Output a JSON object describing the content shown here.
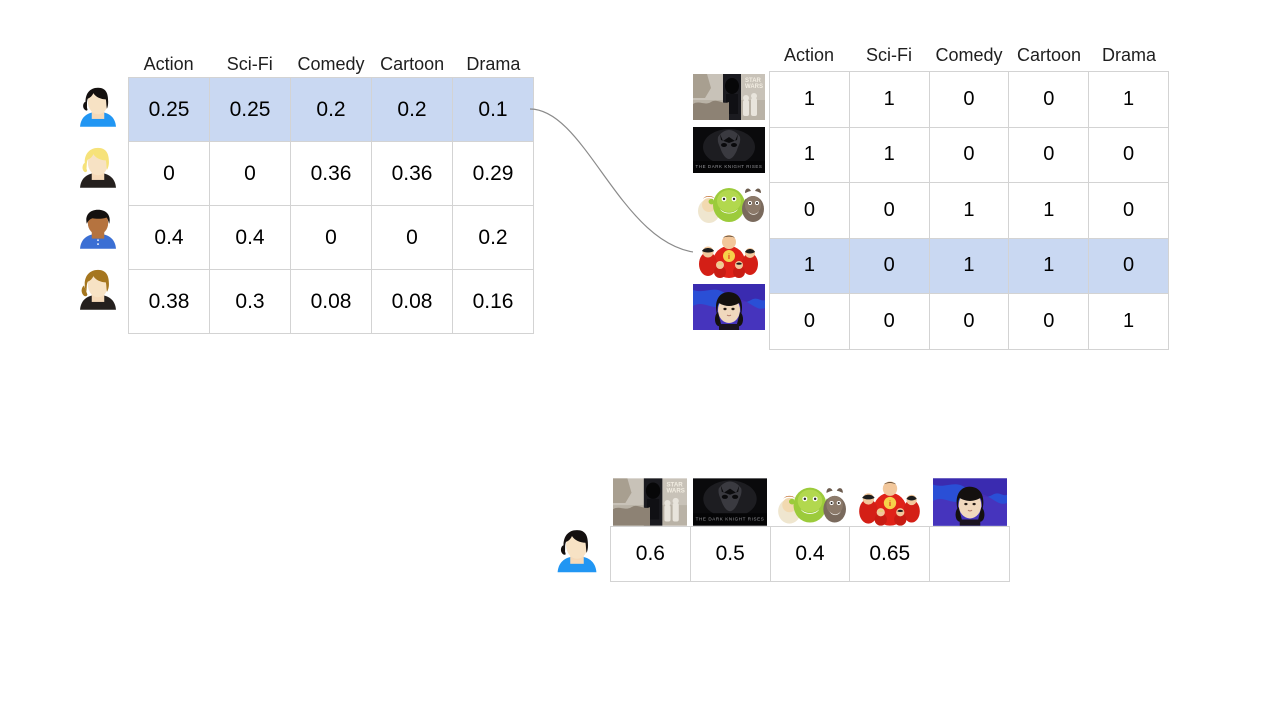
{
  "genres": [
    "Action",
    "Sci-Fi",
    "Comedy",
    "Cartoon",
    "Drama"
  ],
  "users": [
    {
      "id": "user-1",
      "avatar": "woman-black-hair-blue-top",
      "highlighted": true
    },
    {
      "id": "user-2",
      "avatar": "woman-blonde-hair-black-top",
      "highlighted": false
    },
    {
      "id": "user-3",
      "avatar": "man-dark-skin-blue-shirt",
      "highlighted": false
    },
    {
      "id": "user-4",
      "avatar": "woman-brown-hair-black-top",
      "highlighted": false
    }
  ],
  "user_genre_table": {
    "name": "user-genre-affinity-matrix",
    "columns": [
      "Action",
      "Sci-Fi",
      "Comedy",
      "Cartoon",
      "Drama"
    ],
    "rows": [
      {
        "values": [
          "0.25",
          "0.25",
          "0.2",
          "0.2",
          "0.1"
        ],
        "highlighted": true
      },
      {
        "values": [
          "0",
          "0",
          "0.36",
          "0.36",
          "0.29"
        ],
        "highlighted": false
      },
      {
        "values": [
          "0.4",
          "0.4",
          "0",
          "0",
          "0.2"
        ],
        "highlighted": false
      },
      {
        "values": [
          "0.38",
          "0.3",
          "0.08",
          "0.08",
          "0.16"
        ],
        "highlighted": false
      }
    ]
  },
  "movies": [
    {
      "id": "movie-1",
      "poster": "star-wars-poster",
      "title_text": "STAR WARS"
    },
    {
      "id": "movie-2",
      "poster": "dark-knight-rises-poster",
      "title_text": "THE DARK KNIGHT RISES"
    },
    {
      "id": "movie-3",
      "poster": "shrek-poster",
      "title_text": ""
    },
    {
      "id": "movie-4",
      "poster": "the-incredibles-poster",
      "title_text": ""
    },
    {
      "id": "movie-5",
      "poster": "blue-portrait-poster",
      "title_text": ""
    }
  ],
  "movie_genre_table": {
    "name": "movie-genre-matrix",
    "columns": [
      "Action",
      "Sci-Fi",
      "Comedy",
      "Cartoon",
      "Drama"
    ],
    "rows": [
      {
        "values": [
          "1",
          "1",
          "0",
          "0",
          "1"
        ],
        "highlighted": false
      },
      {
        "values": [
          "1",
          "1",
          "0",
          "0",
          "0"
        ],
        "highlighted": false
      },
      {
        "values": [
          "0",
          "0",
          "1",
          "1",
          "0"
        ],
        "highlighted": false
      },
      {
        "values": [
          "1",
          "0",
          "1",
          "1",
          "0"
        ],
        "highlighted": true
      },
      {
        "values": [
          "0",
          "0",
          "0",
          "0",
          "1"
        ],
        "highlighted": false
      }
    ]
  },
  "prediction_table": {
    "name": "predicted-scores-row",
    "user_avatar": "woman-black-hair-blue-top",
    "values": [
      "0.6",
      "0.5",
      "0.4",
      "0.65",
      ""
    ]
  },
  "connector": {
    "name": "user-to-movie-connector",
    "from": "user-genre-row-1",
    "to": "movie-genre-row-4",
    "color": "#8a8a8a"
  },
  "colors": {
    "highlight": "#c9d8f2",
    "grid_line": "#d3d3d3",
    "text": "#000000",
    "background": "#ffffff"
  }
}
